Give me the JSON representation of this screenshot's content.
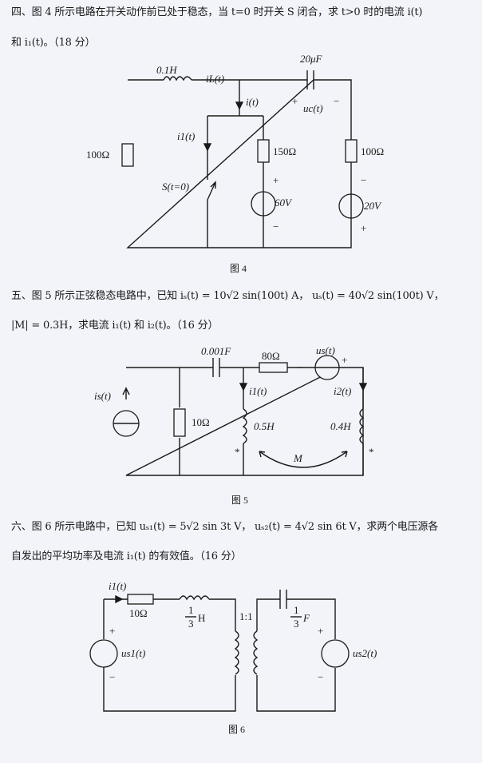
{
  "q4": {
    "line1": "四、图 4 所示电路在开关动作前已处于稳态，当 t=0 时开关 S 闭合，求 t>0 时的电流 i(t)",
    "line2": "和 i₁(t)。（18 分）",
    "labels": {
      "L": "0.1H",
      "iL": "iL(t)",
      "C": "20μF",
      "uc": "uc(t)",
      "i": "i(t)",
      "i1": "i1(t)",
      "R1": "100Ω",
      "R2": "150Ω",
      "R3": "100Ω",
      "S": "S(t=0)",
      "V1": "60V",
      "V2": "20V",
      "plus": "+",
      "minus": "−"
    },
    "caption": "图 4"
  },
  "q5": {
    "line1": "五、图 5 所示正弦稳态电路中，已知 iₛ(t) = 10√2 sin(100t) A，  uₛ(t) = 40√2 sin(100t) V，",
    "line2": "|M| = 0.3H，求电流 i₁(t) 和 i₂(t)。（16 分）",
    "labels": {
      "C": "0.001F",
      "R": "80Ω",
      "us": "us(t)",
      "is": "is(t)",
      "R10": "10Ω",
      "i1": "i1(t)",
      "i2": "i2(t)",
      "L1": "0.5H",
      "L2": "0.4H",
      "M": "M",
      "dot": "*"
    },
    "caption": "图 5"
  },
  "q6": {
    "line1": "六、图 6 所示电路中，已知 uₛ₁(t) = 5√2 sin 3t V，  uₛ₂(t) = 4√2 sin 6t V，求两个电压源各",
    "line2": "自发出的平均功率及电流 i₁(t) 的有效值。（16 分）",
    "labels": {
      "i1": "i1(t)",
      "R": "10Ω",
      "Lnum": "1",
      "Lden": "3",
      "Lunit": "H",
      "ratio": "1:1",
      "Cnum": "1",
      "Cden": "3",
      "Cunit": "F",
      "us1": "us1(t)",
      "us2": "us2(t)"
    },
    "caption": "图 6"
  }
}
